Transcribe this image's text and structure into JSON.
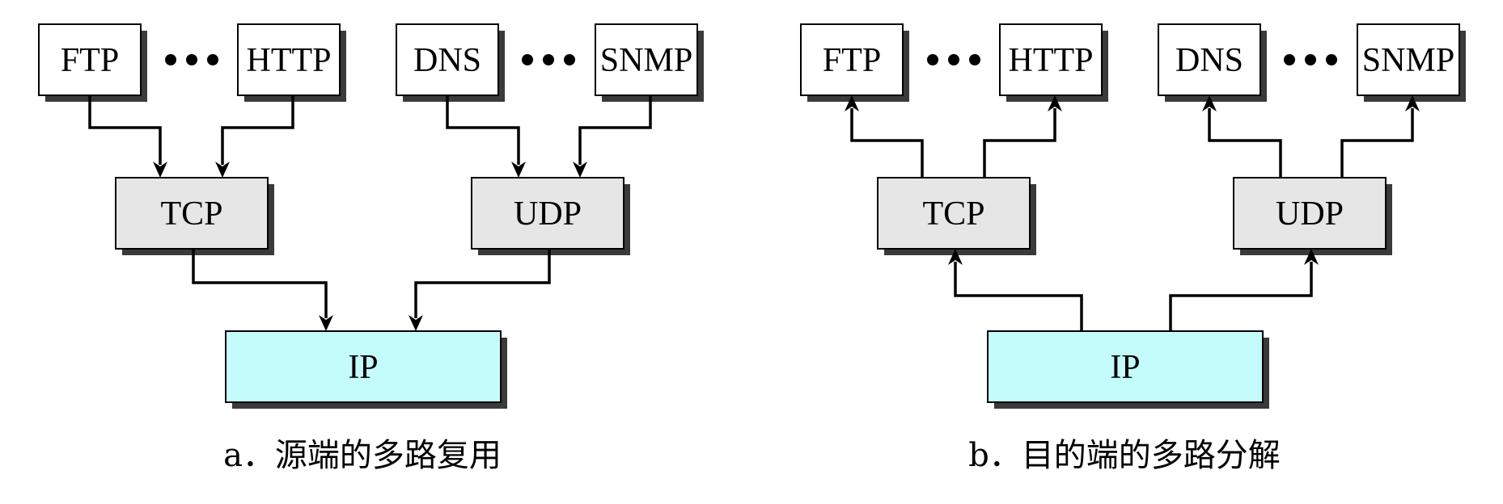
{
  "diagrams": [
    {
      "id": "a",
      "caption": "a．源端的多路复用",
      "direction": "down",
      "apps": [
        "FTP",
        "HTTP",
        "DNS",
        "SNMP"
      ],
      "transport": [
        "TCP",
        "UDP"
      ],
      "network": "IP"
    },
    {
      "id": "b",
      "caption": "b．目的端的多路分解",
      "direction": "up",
      "apps": [
        "FTP",
        "HTTP",
        "DNS",
        "SNMP"
      ],
      "transport": [
        "TCP",
        "UDP"
      ],
      "network": "IP"
    }
  ],
  "colors": {
    "app_fill": "#ffffff",
    "transport_fill": "#e6e6e6",
    "network_fill": "#c4fbfb",
    "shadow": "#3a3a3a",
    "stroke": "#000000"
  }
}
